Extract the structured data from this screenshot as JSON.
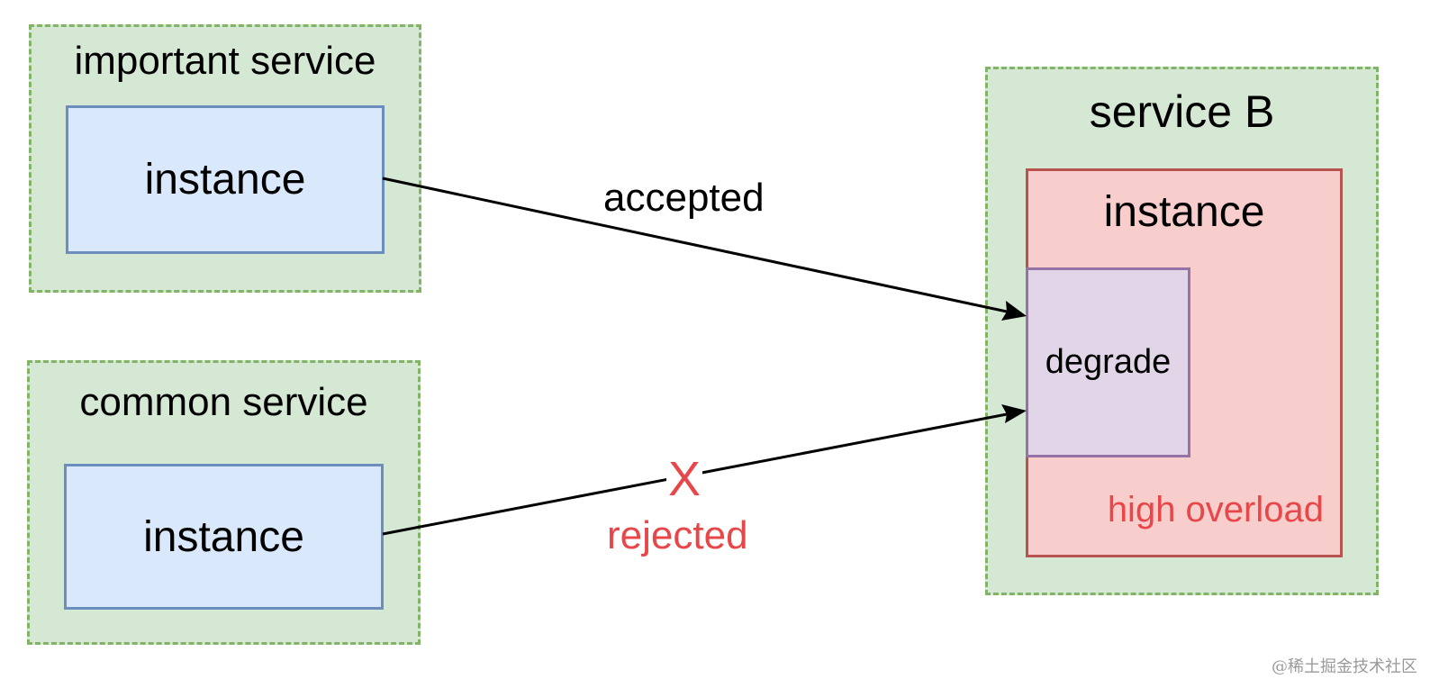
{
  "colors": {
    "group_fill": "#d5e8d4",
    "group_border": "#82b366",
    "instance_fill": "#dae8fc",
    "instance_border": "#6c8ebf",
    "overload_fill": "#f8cecc",
    "overload_border": "#b85450",
    "degrade_fill": "#e1d5e7",
    "degrade_border": "#9673a6",
    "reject_text": "#e8474a",
    "edge": "#000000"
  },
  "important_service": {
    "title": "important service",
    "instance_label": "instance"
  },
  "common_service": {
    "title": "common service",
    "instance_label": "instance"
  },
  "service_b": {
    "title": "service B",
    "instance_label": "instance",
    "degrade_label": "degrade",
    "overload_label": "high overload"
  },
  "edges": {
    "accepted_label": "accepted",
    "rejected_mark": "X",
    "rejected_label": "rejected"
  },
  "watermark": "@稀土掘金技术社区"
}
